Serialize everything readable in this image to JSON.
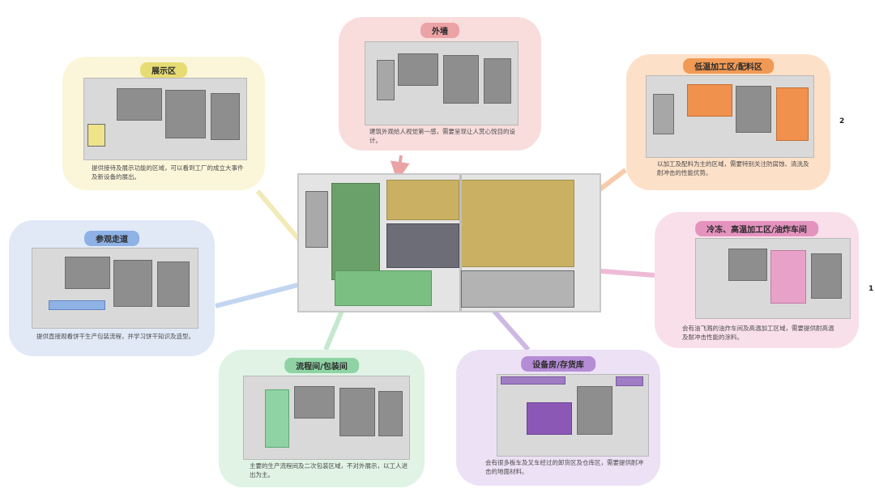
{
  "colors": {
    "exterior": "#e58f92",
    "display": "#e7dc74",
    "low_temp": "#f19a55",
    "corridor": "#8eb2e6",
    "cooling": "#e493bf",
    "process": "#8fd3a5",
    "equipment": "#b58cd6",
    "olive": "#c9b063",
    "green_room": "#6aa06a",
    "dark_room": "#6d6d78"
  },
  "cards": {
    "exterior": {
      "title": "外墙",
      "desc": "建筑外观给人视觉第一感，需要呈现让人赏心悦目的设计。"
    },
    "display": {
      "title": "展示区",
      "desc": "提供接待及展示功能的区域，可以看到工厂的成立大事件及新设备的展出。"
    },
    "low_temp": {
      "title": "低温加工区/配料区",
      "desc": "以加工及配料为主的区域，需要特别关注防腐蚀、清洗及耐冲击的性能优势。"
    },
    "corridor": {
      "title": "参观走道",
      "desc": "提供直接观看饼干生产包装流程，并学习饼干知识及造型。"
    },
    "cooling": {
      "title": "冷冻、高温加工区/油炸车间",
      "desc": "会有油飞溅的油炸车间及高温加工区域，需要提供耐高温及耐冲击性能的涂料。"
    },
    "process": {
      "title": "流程间/包装间",
      "desc": "主要的生产流程间及二次包装区域，不对外展示，以工人进出为主。"
    },
    "equipment": {
      "title": "设备房/存货库",
      "desc": "会有很多板车及叉车经过的卸货区及仓库区，需要提供耐冲击的地面材料。"
    }
  },
  "markers": {
    "m2": "2",
    "m1": "1"
  }
}
